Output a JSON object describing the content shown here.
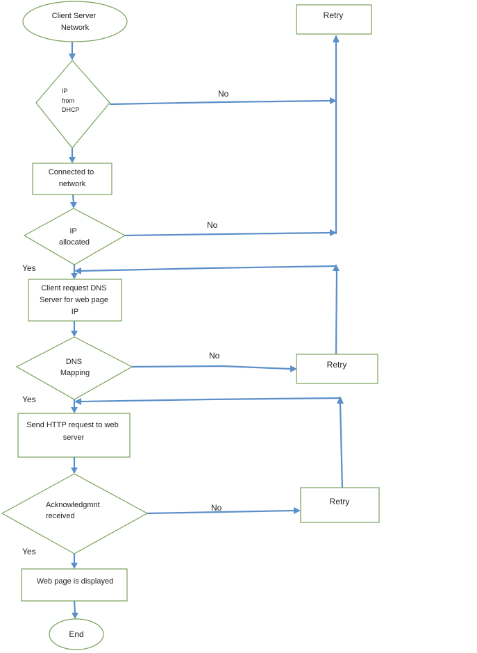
{
  "nodes": {
    "start": [
      "Client Server",
      "Network"
    ],
    "ip_dhcp": [
      "IP",
      "from",
      "DHCP"
    ],
    "connected": [
      "Connected to",
      "network"
    ],
    "ip_allocated": [
      "IP",
      "allocated"
    ],
    "dns_request": [
      "Client request DNS",
      "Server for web page",
      "IP"
    ],
    "dns_mapping": [
      "DNS",
      "Mapping"
    ],
    "http_request": [
      "Send HTTP request to web",
      "server"
    ],
    "ack": [
      "Acknowledgmnt",
      "received"
    ],
    "displayed": [
      "Web page is displayed"
    ],
    "end": [
      "End"
    ],
    "retry_1": [
      "Retry"
    ],
    "retry_2": [
      "Retry"
    ],
    "retry_3": [
      "Retry"
    ]
  },
  "edge_labels": {
    "no_1": "No",
    "no_2": "No",
    "no_3": "No",
    "no_4": "No",
    "yes_1": "Yes",
    "yes_2": "Yes",
    "yes_3": "Yes"
  },
  "colors": {
    "shape_border": "#77a05a",
    "connector": "#5b8fc9",
    "text": "#222222"
  }
}
